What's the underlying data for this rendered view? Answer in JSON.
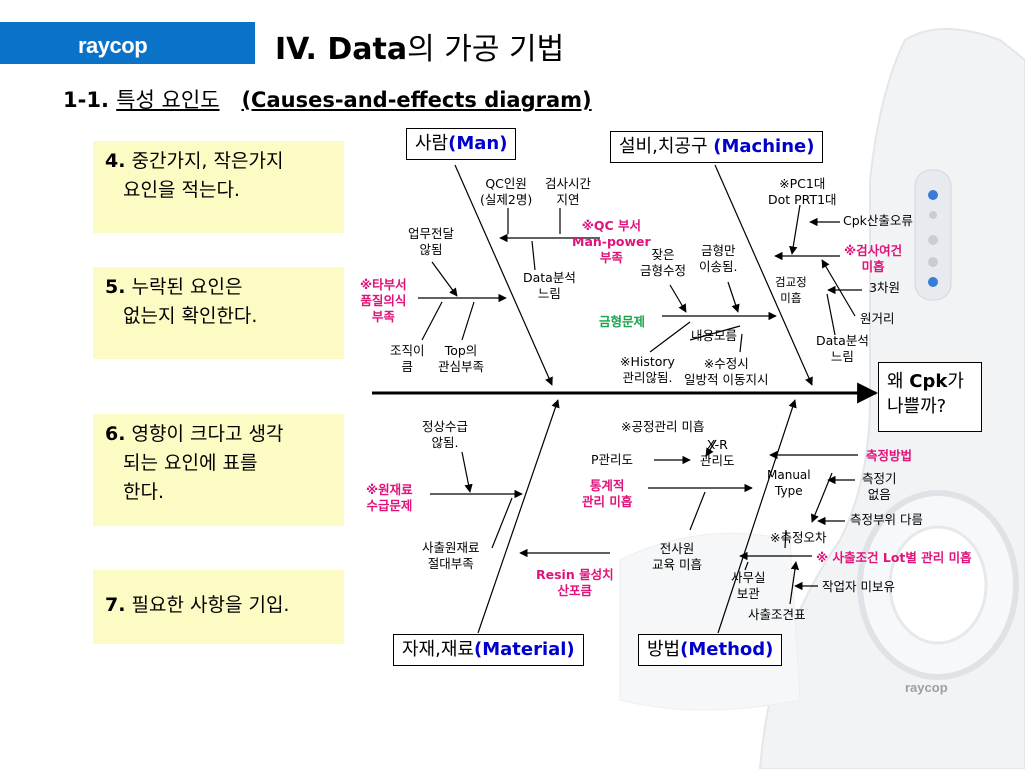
{
  "header": {
    "brand": "raycop",
    "title_roman": "IV. Data",
    "title_korean": "의 가공 기법",
    "section_number": "1-1.",
    "section_title": "특성 요인도",
    "section_english": "(Causes-and-effects diagram)"
  },
  "notes": [
    {
      "num": "4.",
      "line1": "중간가지, 작은가지",
      "line2": "요인을 적는다."
    },
    {
      "num": "5.",
      "line1": "누락된 요인은",
      "line2": "없는지 확인한다."
    },
    {
      "num": "6.",
      "line1": "영향이 크다고 생각",
      "line2": "되는 요인에 표를",
      "line3": "한다."
    },
    {
      "num": "7.",
      "line1": "필요한 사항을 기입."
    }
  ],
  "categories": {
    "man": {
      "ko": "사람",
      "en": "(Man)"
    },
    "machine": {
      "ko": "설비,치공구",
      "en": "(Machine)"
    },
    "material": {
      "ko": "자재,재료",
      "en": "(Material)"
    },
    "method": {
      "ko": "방법",
      "en": "(Method)"
    }
  },
  "effect": {
    "line1_pre": "왜",
    "line1_bold": "Cpk",
    "line1_post": "가",
    "line2": "나쁠까?"
  },
  "man_causes": {
    "qc_staff_1": "QC인원",
    "qc_staff_2": "(실제2명)",
    "inspect_time_1": "검사시간",
    "inspect_time_2": "지연",
    "qc_dept_1": "※QC 부서",
    "qc_dept_2": "Man-power",
    "qc_dept_3": "부족",
    "work_transfer_1": "업무전달",
    "work_transfer_2": "않됨",
    "other_dept_1": "※타부서",
    "other_dept_2": "품질의식",
    "other_dept_3": "부족",
    "data_slow_1": "Data분석",
    "data_slow_2": "느림",
    "org_1": "조직이",
    "org_2": "큼",
    "top_1": "Top의",
    "top_2": "관심부족"
  },
  "machine_causes": {
    "pc_1": "※PC1대",
    "pc_2": "Dot PRT1대",
    "cpk_error": "Cpk산출오류",
    "inspect_cond_1": "※검사여건",
    "inspect_cond_2": "미흡",
    "frequent_mold_1": "잦은",
    "frequent_mold_2": "금형수정",
    "mold_only_1": "금형만",
    "mold_only_2": "이송됨.",
    "calib_1": "검교정",
    "calib_2": "미흡",
    "three_dim": "3차원",
    "mold_problem": "금형문제",
    "distance": "원거리",
    "content_unknown": "내용모름",
    "data_slow_1": "Data분석",
    "data_slow_2": "느림",
    "history_1": "※History",
    "history_2": "관리않됨.",
    "revision_1": "※수정시",
    "revision_2": "일방적 이동지시"
  },
  "material_causes": {
    "supply_1": "정상수급",
    "supply_2": "않됨.",
    "raw_supply_1": "※원재료",
    "raw_supply_2": "수급문제",
    "injection_1": "사출원재료",
    "injection_2": "절대부족",
    "resin_1": "Resin 물성치",
    "resin_2": "산포큼"
  },
  "method_causes": {
    "process_ctrl": "※공정관리 미흡",
    "xr_1": "X-R",
    "xr_2": "관리도",
    "p_chart": "P관리도",
    "measure_method": "측정방법",
    "stat_1": "통계적",
    "stat_2": "관리 미흡",
    "manual_1": "Manual",
    "manual_2": "Type",
    "no_gauge_1": "측정기",
    "no_gauge_2": "없음",
    "measure_part": "측정부위 다름",
    "measure_error": "※측정오차",
    "all_staff_1": "전사원",
    "all_staff_2": "교육 미흡",
    "injection_lot": "※ 사출조건 Lot별 관리 미흡",
    "office_1": "사무실",
    "office_2": "보관",
    "no_operator": "작업자 미보유",
    "injection_table": "사출조견표"
  }
}
